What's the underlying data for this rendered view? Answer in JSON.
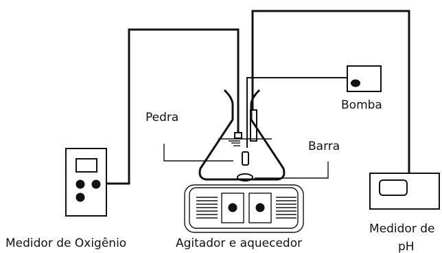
{
  "labels": {
    "pedra": "Pedra",
    "bomba": "Bomba",
    "barra": "Barra",
    "oxygen_meter": "Medidor de Oxigênio",
    "stirrer_heater": "Agitador e aquecedor",
    "ph_meter_line1": "Medidor de",
    "ph_meter_line2": "pH"
  },
  "colors": {
    "stroke": "#111111",
    "background": "#ffffff"
  }
}
